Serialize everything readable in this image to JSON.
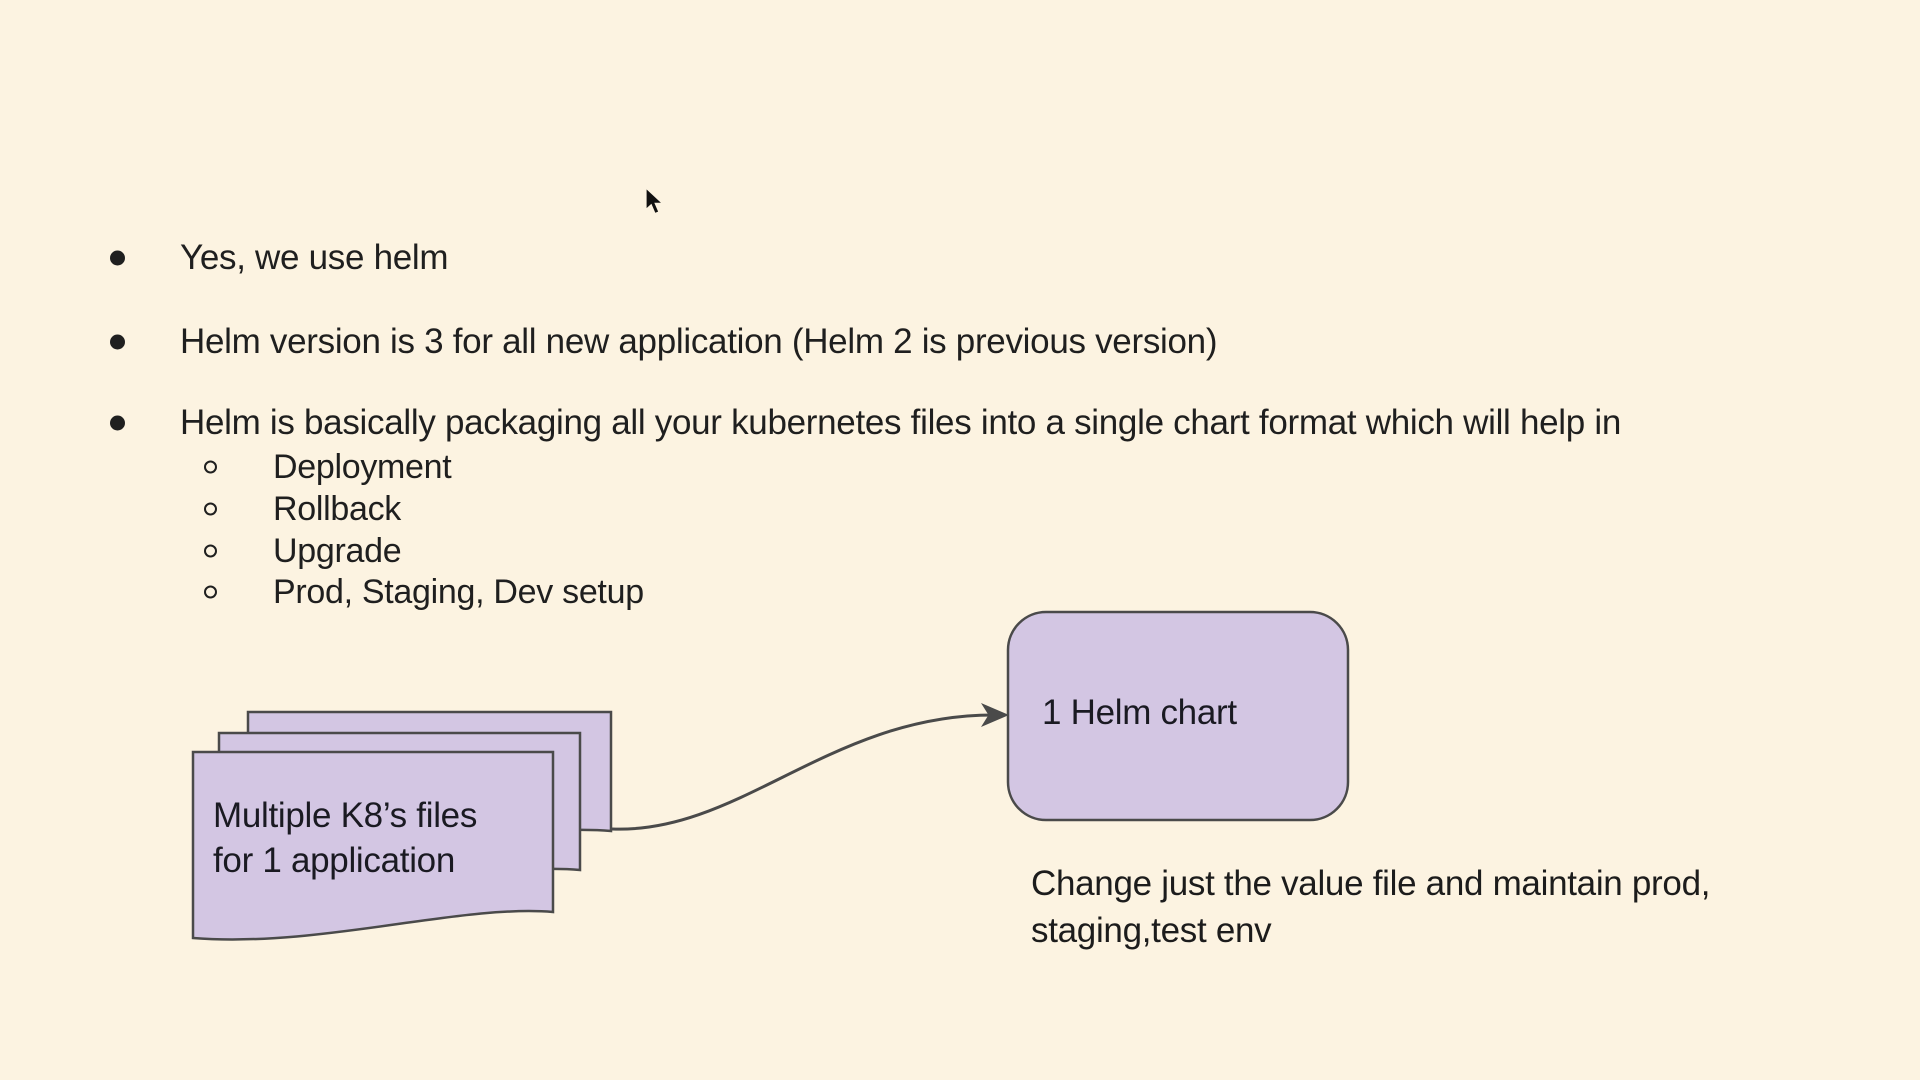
{
  "canvas": {
    "background_color": "#FCF3E1",
    "text_color": "#1F1F1F"
  },
  "bullets": {
    "items": [
      {
        "label": "Yes, we use helm"
      },
      {
        "label": "Helm version is 3 for all new application (Helm 2 is previous version)"
      },
      {
        "label": "Helm is basically packaging all your kubernetes files into a single chart format which will help in"
      }
    ],
    "sub_items": [
      {
        "label": "Deployment"
      },
      {
        "label": "Rollback"
      },
      {
        "label": "Upgrade"
      },
      {
        "label": "Prod, Staging, Dev setup"
      }
    ]
  },
  "diagram": {
    "shape_fill": "#D3C6E3",
    "shape_stroke": "#4A4A4A",
    "source_shape": {
      "line1": "Multiple K8’s files",
      "line2": "for 1 application"
    },
    "target_shape": {
      "label": "1 Helm chart"
    },
    "caption": {
      "line1": "Change just the value file and maintain prod,",
      "line2": "staging,test env"
    }
  }
}
